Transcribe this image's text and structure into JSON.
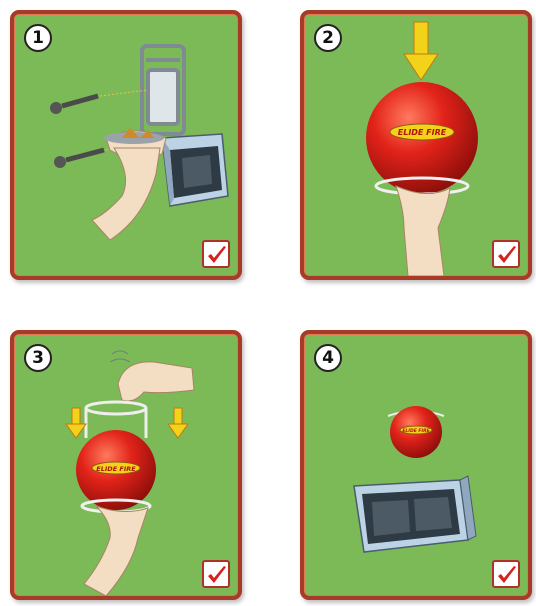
{
  "steps": [
    {
      "number": "1",
      "icon": "mount-bracket-screws-icon"
    },
    {
      "number": "2",
      "icon": "insert-ball-icon"
    },
    {
      "number": "3",
      "icon": "hold-ball-bracket-icon"
    },
    {
      "number": "4",
      "icon": "ball-over-electrical-box-icon"
    }
  ],
  "ball_label": "ELIDE FIRE",
  "colors": {
    "panel_bg": "#7cb957",
    "panel_border": "#a83a28",
    "ball_red": "#e2231a",
    "arrow_yellow": "#f3d21a",
    "check_red": "#d8201c"
  }
}
